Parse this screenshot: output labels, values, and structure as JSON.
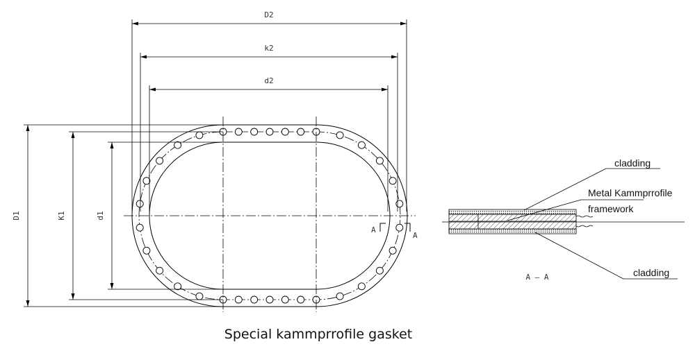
{
  "dimensions": {
    "D2": "D2",
    "k2": "k2",
    "d2": "d2",
    "D1": "D1",
    "K1": "K1",
    "d1": "d1"
  },
  "section": {
    "marker_left": "A",
    "marker_right": "A",
    "view_label": "A — A"
  },
  "callouts": {
    "cladding_top": "cladding",
    "metal_line1": "Metal Kammprrofile",
    "metal_line2": "framework",
    "cladding_bottom": "cladding"
  },
  "caption": "Special kammprrofile gasket"
}
